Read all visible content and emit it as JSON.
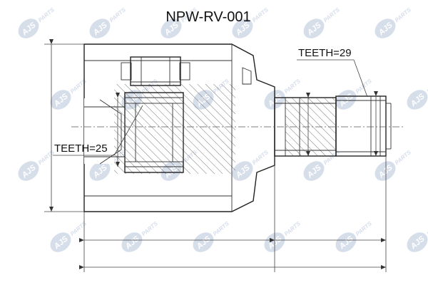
{
  "title": "NPW-RV-001",
  "teeth_outer_label": "TEETH=29",
  "teeth_inner_label": "TEETH=25",
  "watermark": {
    "brand": "AJS",
    "suffix": "PARTS",
    "color": "#c9d3e3"
  },
  "colors": {
    "line": "#222222",
    "hatch": "#555555",
    "background": "#ffffff"
  }
}
